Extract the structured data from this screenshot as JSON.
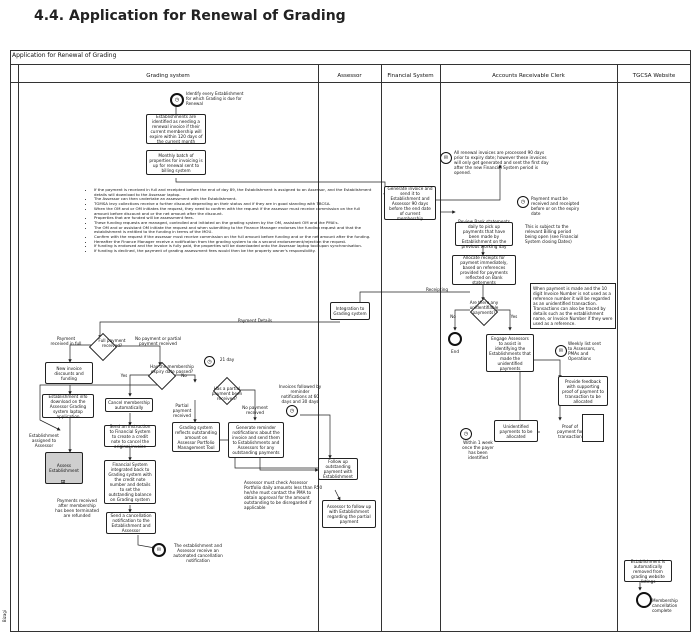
{
  "title": "4.4. Application for Renewal of Grading",
  "pool": "Application for Renewal of Grading",
  "vertical_label": "Bizagi",
  "lanes": [
    "Grading system",
    "Assessor",
    "Financial System",
    "Accounts Receivable Clerk",
    "TGCSA Website"
  ],
  "nodes": {
    "start_text": "Identify every Establishment for which Grading is due for Renewal",
    "identified": "Establishments are identified as needing a renewal invoice if their current membership will expire within 120 days of the current month",
    "batch": "Monthly batch of properties for invoicing is up for renewal sent to billing system",
    "generate_invoice": "Generate invoice and send it to Establishment and Assessor 90 days before the end date of current membership",
    "fs_note": "All renewal invoices are processed 90 days prior to expiry date; however these invoices will only get generated and sent the first day after the new Financial System period is opened.",
    "payment_note": "Payment must be received and receipted before or on the expiry date",
    "review_statements": "Review Bank statements daily to pick up payments that have been made by Establishment on the previous working day",
    "subject_note": "This is subject to the relevant Billing period being open (see Financial System closing Dates)",
    "allocate": "Allocate receipts for payment immediately, based on references provided for payments reflected on Bank statements",
    "receipting": "Receipting",
    "unidentifiable": "Are there any unidentifiable payments?",
    "no": "No",
    "yes": "Yes",
    "end": "End",
    "ref_note": "When payment is made and the 10 digit Invoice Number is not used as a reference number it will be regarded as an unidentified transaction. Transactions can also be traced by details such as the establishment name, or Invoice Number if they were used as a reference.",
    "engage": "Engage Assessors to assist in identifying the Establishments that made the unidentified payments",
    "weekly_list": "Weekly list sent to Assessors, PMAs and Operations",
    "feedback": "Provide feedback with supporting proof of payment to transaction to be allocated",
    "unidentified_payments": "Unidentified payments to be allocated",
    "proof": "Proof of payment for transaction",
    "within_week": "Within 1 week once the payer has been identified",
    "integration": "Integration to Grading system",
    "payment_details": "Payment Details",
    "full_payment": "Full payment received?",
    "payment_in_full": "Payment received in full",
    "no_partial": "No payment or partial payment received",
    "new_invoice": "New invoice discounts and funding",
    "establishment_info": "Establishment info download on the Assessor Grading system laptop application",
    "assigned": "Establishment assigned to Assessor",
    "assess": "Assess Establishment",
    "membership_expiry": "Has the membership expiry date passed?",
    "days": "21 day",
    "partial": "Partial payment received",
    "partial_before": "Has a partial payment been received?",
    "no_payment": "No payment received",
    "cancel": "Cancel membership automatically",
    "send_instruction": "Send an instruction to Financial System to create a credit note to cancel the original invoice",
    "fs_integrated": "Financial System integrated back to Grading system with the credit note number and details to set the outstanding balance on Grading system",
    "grading_reflects": "Grading system reflects outstanding amount on Assessor Portfolio Management Tool",
    "generate_reminder": "Generate reminder notifications about the invoice and send them to Establishments and Assessors for any outstanding payments",
    "invoice_followed": "Invoices followed by reminder notifications at 60 days and 30 days",
    "follow_up": "Follow up outstanding payment with Establishment",
    "assessor_check": "Assessor must check Assessor Portfolio daily amounts less than R50 he/she must contact the PMA to obtain approval for the amount outstanding to be disregarded if applicable",
    "assessor_follow": "Assessor to follow up with Establishment regarding the partial payment",
    "payments_received_after": "Payments received after membership has been terminated are refunded",
    "send_cancellation": "Send a cancellation notification to the Establishment and Assessor",
    "cancellation_note": "The establishment and Assessor receive an automated cancellation notification",
    "auto_removed": "Establishment is automatically removed from grading website listings",
    "membership_complete": "Membership cancellation complete"
  },
  "rules": [
    "If the payment is received in full and receipted before the end of day 89, the Establishment is assigned to an Assessor, and the Establishment details will download to the Assessor laptop.",
    "The Assessor can then undertake an assessment with the Establishment.",
    "TGMSA levy collections receive a further discount depending on their status and if they are in good standing with TBCSA.",
    "When the OM and or OM initiates the request, they need to confirm with the request if the assessor must receive commission on the full amount before discount and or the net amount after the discount.",
    "Properties that are funded will be assessment fees.",
    "These funding requests are managed, controlled and initiated on the grading system by the OM, assistant OM and the PMA's.",
    "The OM and or assistant OM initiate the request and when submitting to the Finance Manager endorses the funding request and that the establishment is entitled to the funding in terms of the MOU.",
    "Confirm with the request if the assessor must receive commission on the full amount before funding and or the net amount after the funding.",
    "Hereafter the Finance Manager receive a notification from the grading system to do a second endorsement/rejection the request.",
    "If funding is endorsed and the invoice is fully paid, the properties will be downloaded onto the Assessor laptop tool upon synchronisation.",
    "If funding is declined, the payment of grading assessment fees would then be the property owner's responsibility."
  ]
}
